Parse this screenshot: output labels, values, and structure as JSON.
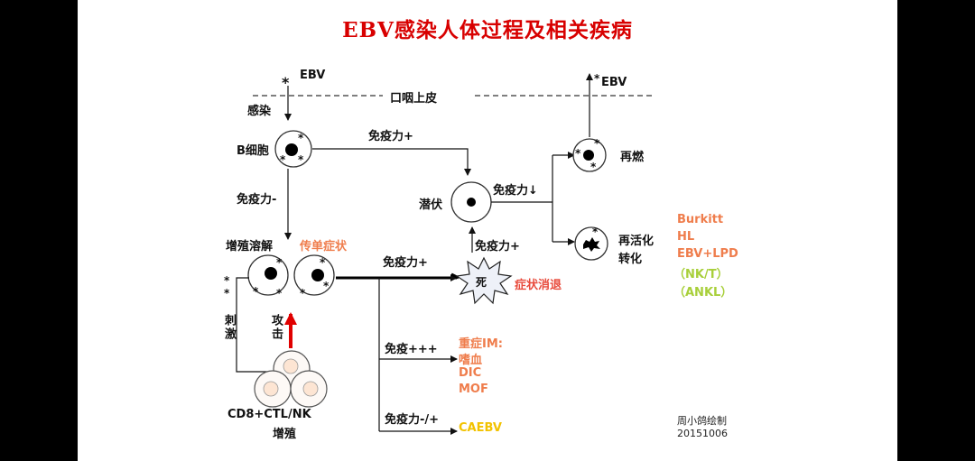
{
  "title": "EBV感染人体过程及相关疾病",
  "labels": {
    "ebv_top": "EBV",
    "ebv_right": "EBV",
    "epithelium": "口咽上皮",
    "infect": "感染",
    "b_cell": "B细胞",
    "immune_plus": "免疫力+",
    "latent": "潜伏",
    "immune_down": "免疫力↓",
    "reburn": "再燃",
    "reactivate_line1": "再活化",
    "reactivate_line2": "转化",
    "immune_minus": "免疫力-",
    "prolif_lysis": "增殖溶解",
    "im": "传单症状",
    "immune_plus_2": "免疫力+",
    "immune_plus_3": "免疫力+",
    "death": "死",
    "symptom_resolve": "症状消退",
    "stimulate": "刺激",
    "attack": "攻击",
    "immune_ppp": "免疫+++",
    "immune_mp": "免疫力-/+",
    "ctl": "CD8+CTL/NK",
    "prolif": "增殖",
    "stars_left": "* *"
  },
  "diseases": {
    "reactivation": [
      "Burkitt",
      "HL",
      "EBV+LPD"
    ],
    "reactivation_green": [
      "（NK/T）",
      "（ANKL）"
    ],
    "severe": [
      "重症IM:",
      "嗜血",
      "DIC",
      "MOF"
    ],
    "caebv": "CAEBV"
  },
  "signature": {
    "author": "周小鸽绘制",
    "date": "20151006"
  },
  "colors": {
    "title": "#d80000",
    "disease_orange": "#ef7d4c",
    "nk_green": "#a8cf3a",
    "caebv_yellow": "#f2c200",
    "attack_arrow": "#e00000"
  }
}
